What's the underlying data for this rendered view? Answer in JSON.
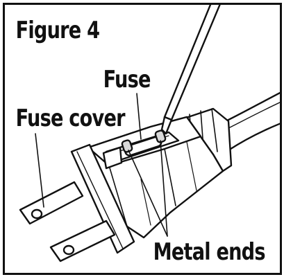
{
  "figure": {
    "title": "Figure 4"
  },
  "labels": {
    "fuse": "Fuse",
    "fuse_cover": "Fuse cover",
    "metal_ends": "Metal ends"
  },
  "colors": {
    "ink": "#111111",
    "paper": "#ffffff",
    "shade": "#d9d9d9"
  }
}
